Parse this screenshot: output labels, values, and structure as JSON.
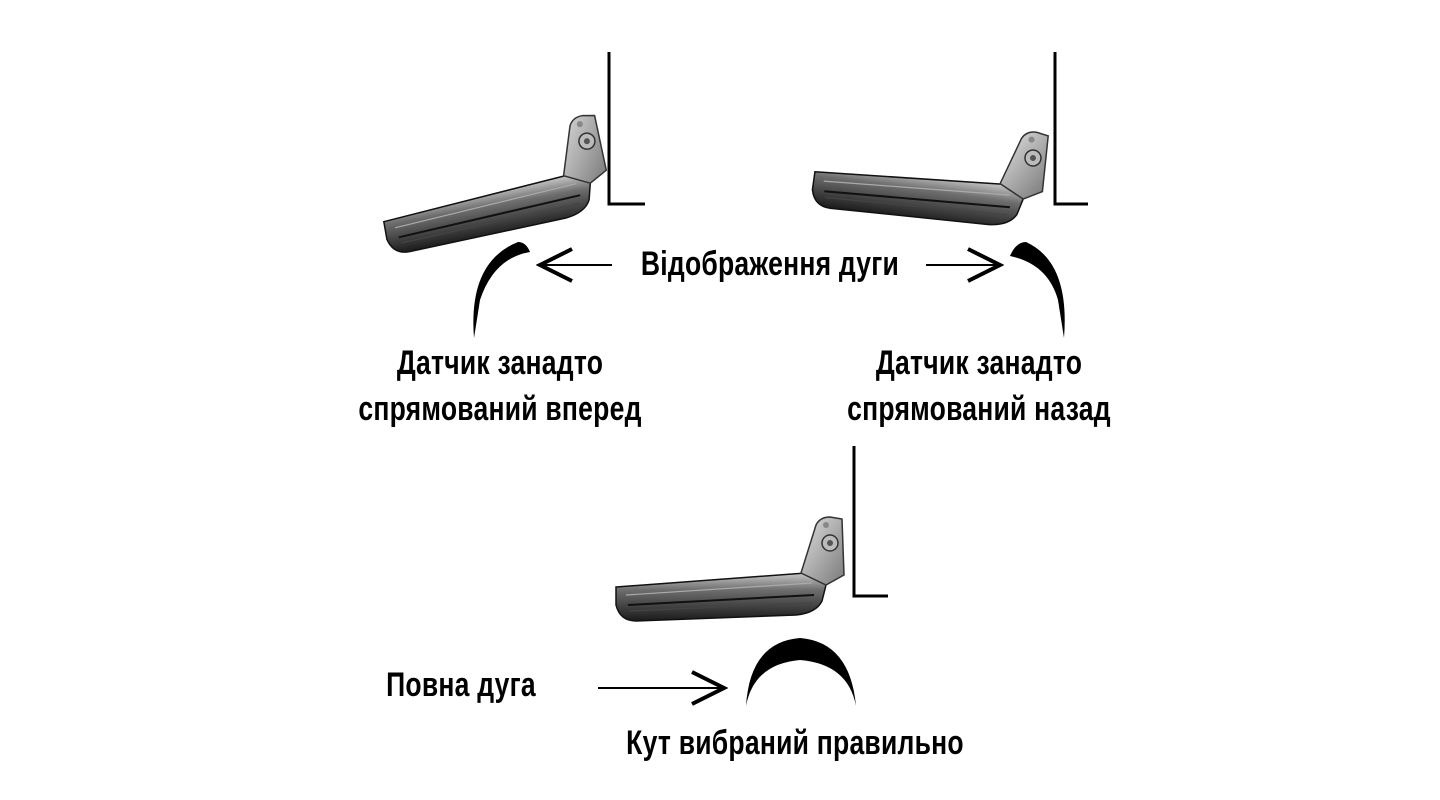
{
  "labels": {
    "arc_display": "Відображення дуги",
    "forward_line1": "Датчик занадто",
    "forward_line2": "спрямований вперед",
    "backward_line1": "Датчик занадто",
    "backward_line2": "спрямований назад",
    "full_arc": "Повна дуга",
    "correct_angle": "Кут вибраний правильно"
  },
  "colors": {
    "ink": "#000000",
    "transducer_dark": "#2a2a2a",
    "transducer_mid": "#6e6e6e",
    "transducer_light": "#c9c9c9"
  }
}
